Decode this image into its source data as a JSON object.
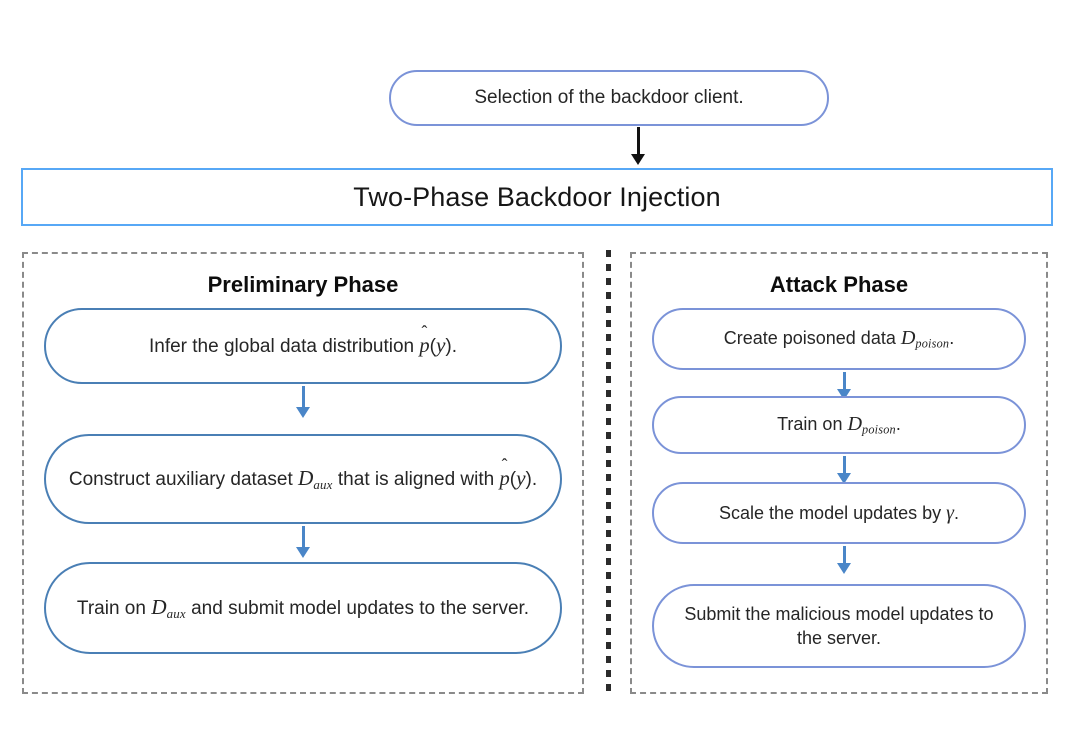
{
  "diagram": {
    "title": "Two-Phase Backdoor Injection",
    "entry_node": {
      "label": "Selection of the backdoor client."
    },
    "banner": {
      "label": "Two-Phase Backdoor Injection",
      "border_color": "#57a8f6"
    },
    "colors": {
      "banner_border": "#57a8f6",
      "pill_border_light": "#7b93d8",
      "pill_border_steel": "#4a7fb5",
      "arrow_blue": "#4a86c8",
      "arrow_black": "#111111",
      "panel_dash": "#8a8a8a",
      "divider_dot": "#2b2b2b",
      "text": "#262626",
      "background": "#ffffff"
    },
    "panels": [
      {
        "id": "preliminary",
        "title": "Preliminary Phase",
        "steps": [
          {
            "id": "infer-distribution",
            "text_plain": "Infer the global data distribution p̂(y).",
            "parts": [
              {
                "type": "text",
                "value": "Infer the global data distribution "
              },
              {
                "type": "hat",
                "value": "p"
              },
              {
                "type": "text",
                "value": "("
              },
              {
                "type": "ital",
                "value": "y"
              },
              {
                "type": "text",
                "value": ")."
              }
            ]
          },
          {
            "id": "construct-auxiliary-dataset",
            "text_plain": "Construct auxiliary dataset D_aux that is aligned with p̂(y).",
            "parts": [
              {
                "type": "text",
                "value": "Construct auxiliary dataset "
              },
              {
                "type": "ital",
                "value": "D"
              },
              {
                "type": "sub",
                "value": "aux"
              },
              {
                "type": "text",
                "value": " that is aligned with "
              },
              {
                "type": "hat",
                "value": "p"
              },
              {
                "type": "text",
                "value": "("
              },
              {
                "type": "ital",
                "value": "y"
              },
              {
                "type": "text",
                "value": ")."
              }
            ]
          },
          {
            "id": "train-and-submit",
            "text_plain": "Train on D_aux and submit model updates to the server.",
            "parts": [
              {
                "type": "text",
                "value": "Train on "
              },
              {
                "type": "ital",
                "value": "D"
              },
              {
                "type": "sub",
                "value": "aux"
              },
              {
                "type": "text",
                "value": " and submit model updates to the server."
              }
            ]
          }
        ]
      },
      {
        "id": "attack",
        "title": "Attack Phase",
        "steps": [
          {
            "id": "create-poisoned-data",
            "text_plain": "Create poisoned data D_poison.",
            "parts": [
              {
                "type": "text",
                "value": "Create poisoned data "
              },
              {
                "type": "ital",
                "value": "D"
              },
              {
                "type": "sub",
                "value": "poison"
              },
              {
                "type": "text",
                "value": "."
              }
            ]
          },
          {
            "id": "train-on-poison",
            "text_plain": "Train on D_poison.",
            "parts": [
              {
                "type": "text",
                "value": "Train on "
              },
              {
                "type": "ital",
                "value": "D"
              },
              {
                "type": "sub",
                "value": "poison"
              },
              {
                "type": "text",
                "value": "."
              }
            ]
          },
          {
            "id": "scale-model-updates",
            "text_plain": "Scale the model updates by γ.",
            "parts": [
              {
                "type": "text",
                "value": "Scale the model updates by "
              },
              {
                "type": "greek",
                "value": "γ"
              },
              {
                "type": "text",
                "value": "."
              }
            ]
          },
          {
            "id": "submit-malicious-updates",
            "text_plain": "Submit the malicious model updates to the server.",
            "parts": [
              {
                "type": "text",
                "value": "Submit the malicious model updates to the server."
              }
            ]
          }
        ]
      }
    ]
  }
}
